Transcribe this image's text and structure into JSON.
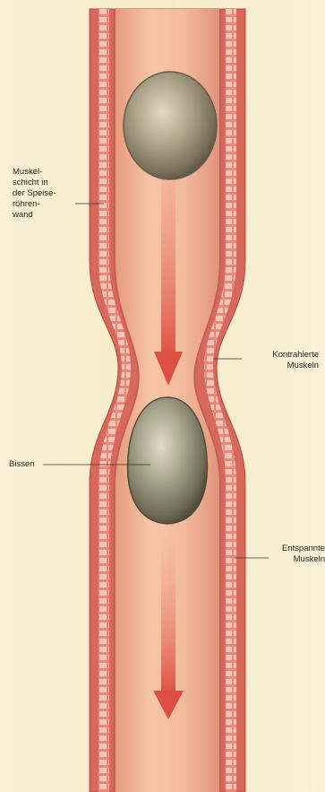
{
  "labels": {
    "muscle_layer": "Muskel-\nschicht in\nder Speise-\nröhren-\nwand",
    "contracted": "Kontrahierte\nMuskeln",
    "bolus": "Bissen",
    "relaxed": "Entspannte\nMuskeln"
  },
  "colors": {
    "background": "#f7efcf",
    "outer_wall": "#d96b60",
    "inner_wall": "#e99482",
    "lumen": "#efb08f",
    "muscle_rings": "#f5d0c0",
    "arrow": "#e05a4c",
    "bolus": "#8d8a72"
  },
  "icons": {
    "upper_bolus": "sphere",
    "lower_bolus": "sphere",
    "flow_arrows": "arrow-down"
  }
}
